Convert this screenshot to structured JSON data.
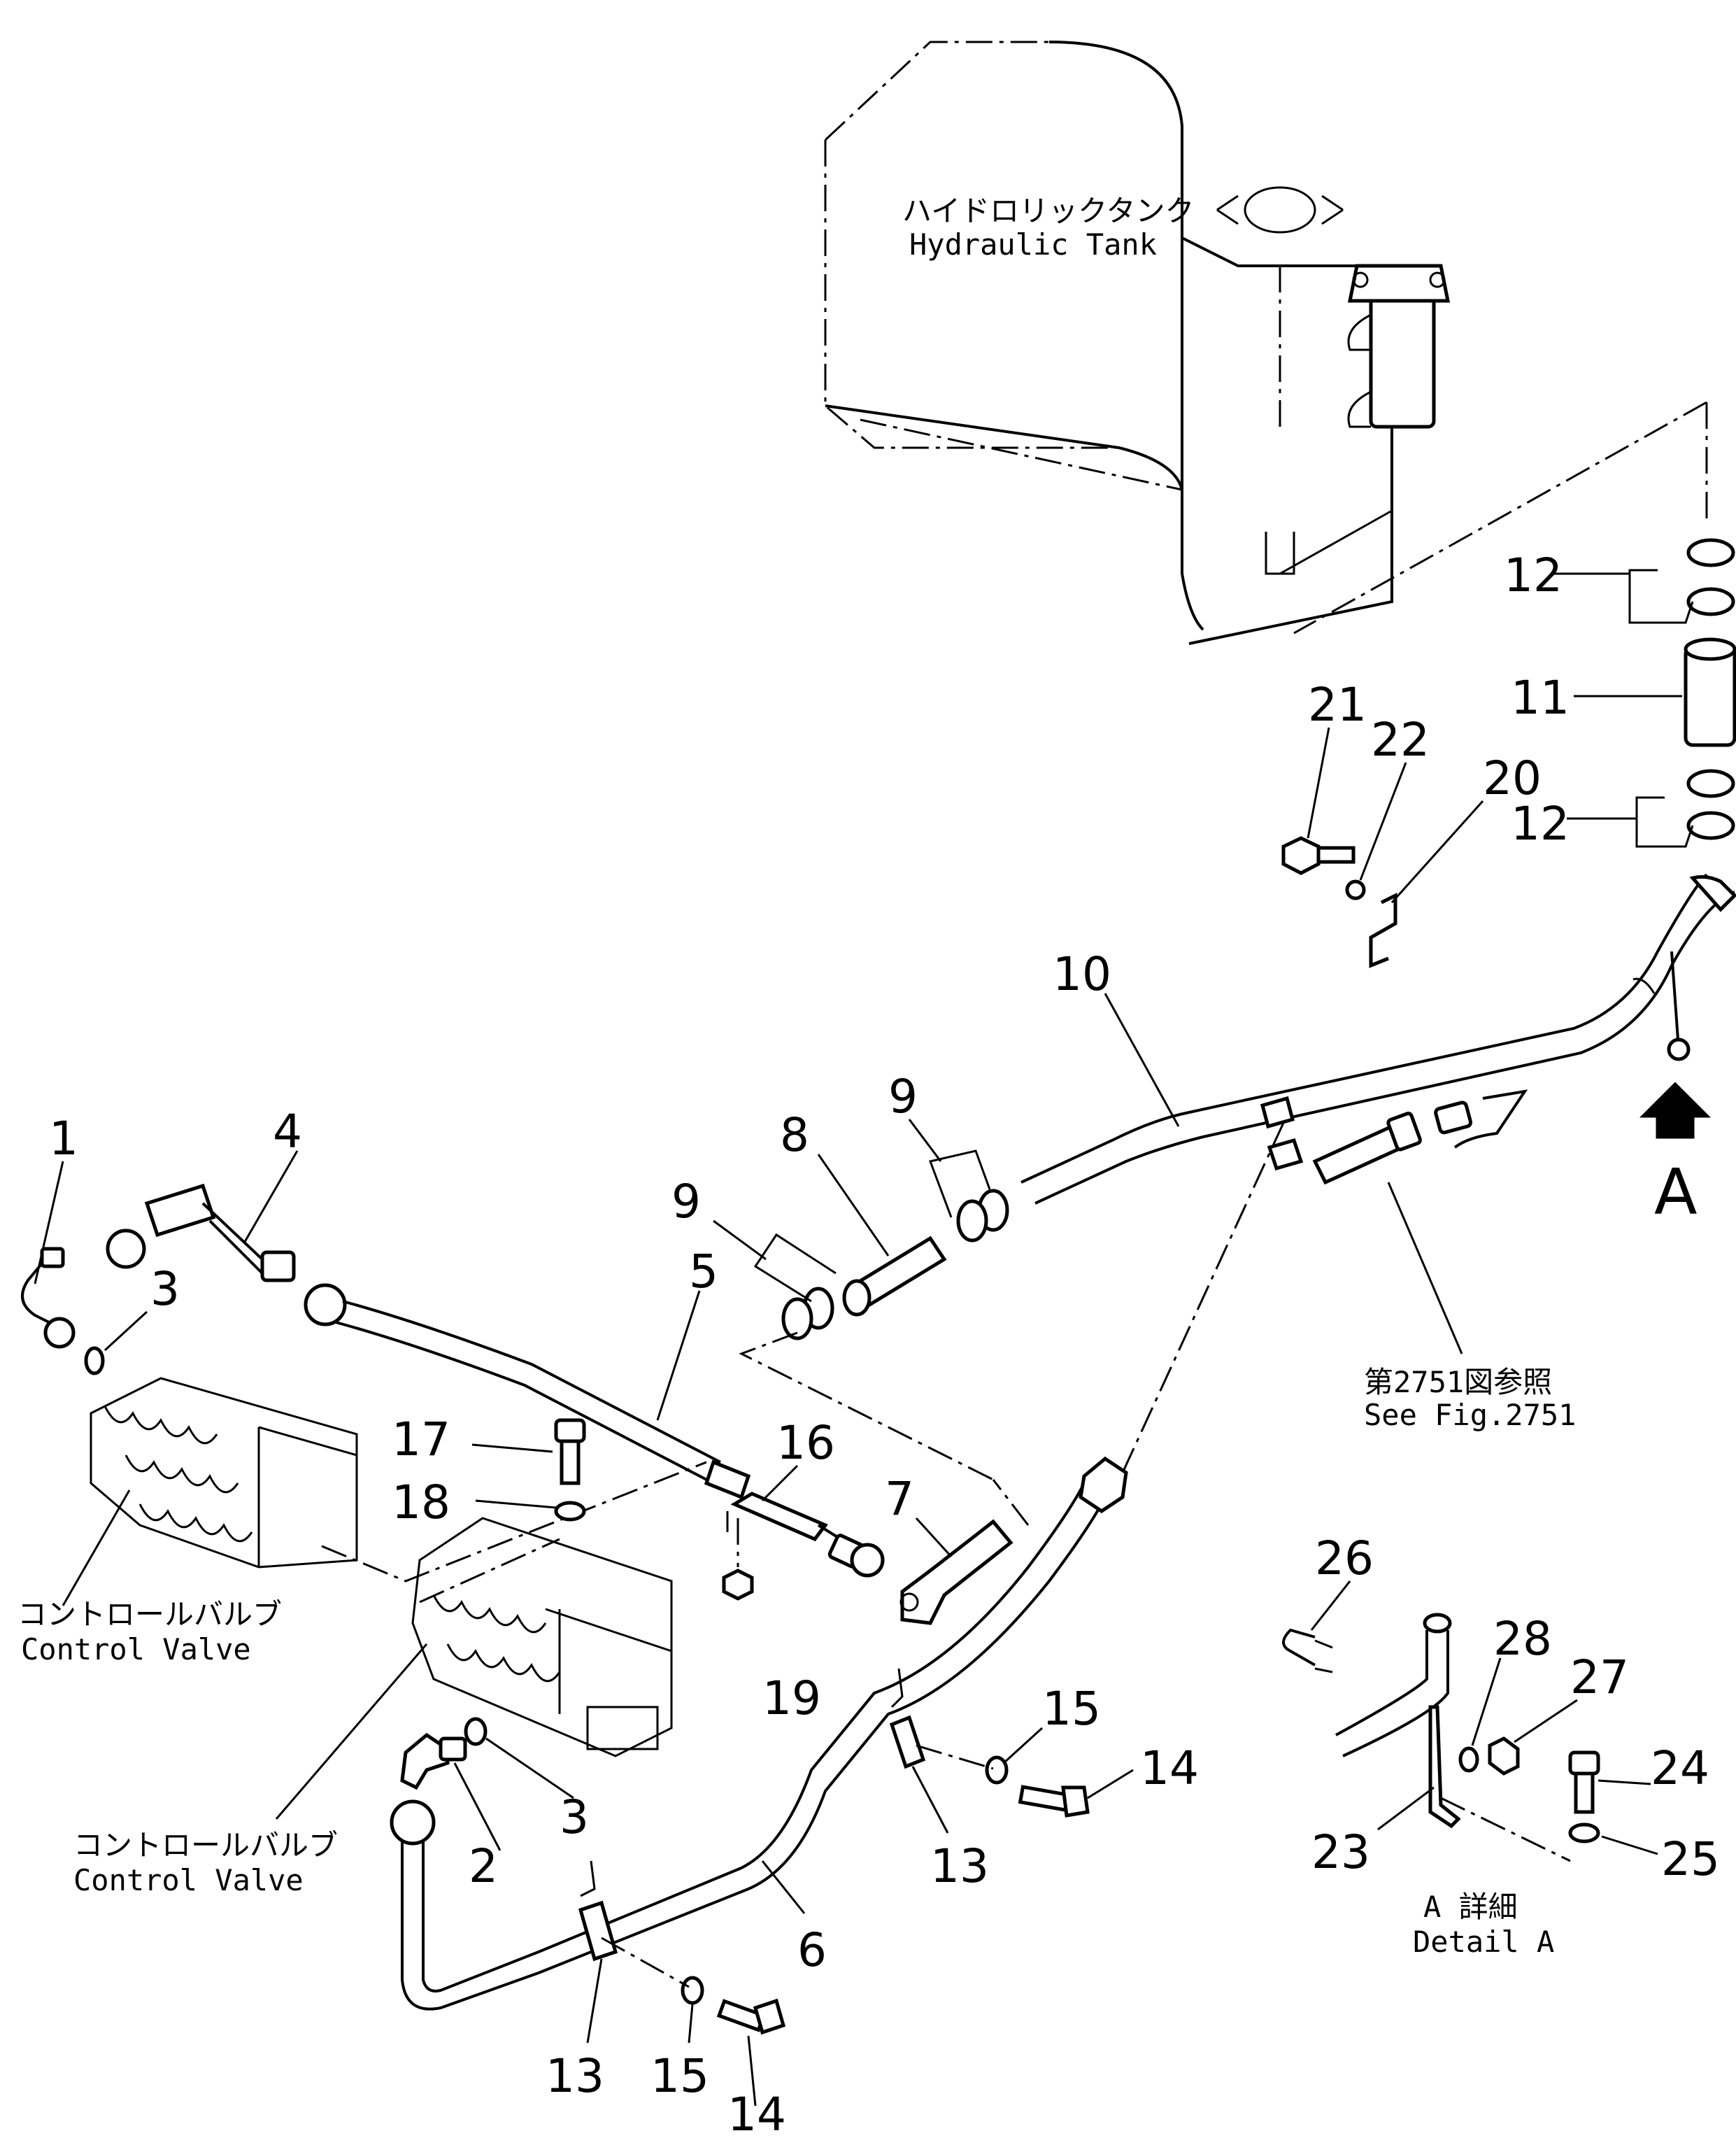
{
  "labels": {
    "tank_jp": "ハイドロリックタンク",
    "tank_en": "Hydraulic Tank",
    "cv_jp": "コントロールバルブ",
    "cv_en": "Control Valve",
    "ref_jp": "第2751図参照",
    "ref_en": "See Fig.2751",
    "view_a": "A",
    "detail_jp": "A 詳細",
    "detail_en": "Detail A"
  },
  "callouts": {
    "n1": "1",
    "n2": "2",
    "n3": "3",
    "n4": "4",
    "n5": "5",
    "n6": "6",
    "n7": "7",
    "n8": "8",
    "n9": "9",
    "n10": "10",
    "n11": "11",
    "n12": "12",
    "n13": "13",
    "n14": "14",
    "n15": "15",
    "n16": "16",
    "n17": "17",
    "n18": "18",
    "n19": "19",
    "n20": "20",
    "n21": "21",
    "n22": "22",
    "n23": "23",
    "n24": "24",
    "n25": "25",
    "n26": "26",
    "n27": "27",
    "n28": "28"
  }
}
